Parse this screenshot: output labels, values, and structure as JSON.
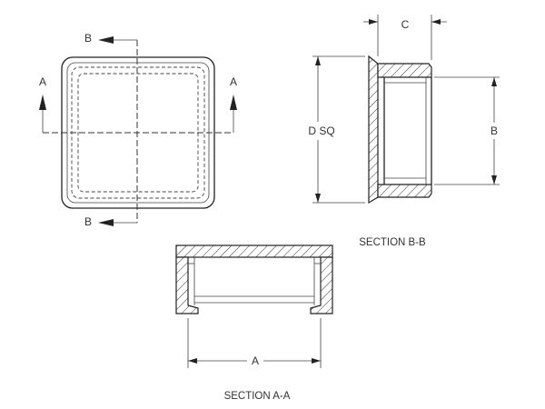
{
  "labels": {
    "cut_b_top": "B",
    "cut_b_bottom": "B",
    "cut_a_left": "A",
    "cut_a_right": "A",
    "dim_c": "C",
    "dim_d": "D SQ",
    "dim_b": "B",
    "dim_a": "A"
  },
  "captions": {
    "section_bb": "SECTION B-B",
    "section_aa": "SECTION A-A"
  }
}
